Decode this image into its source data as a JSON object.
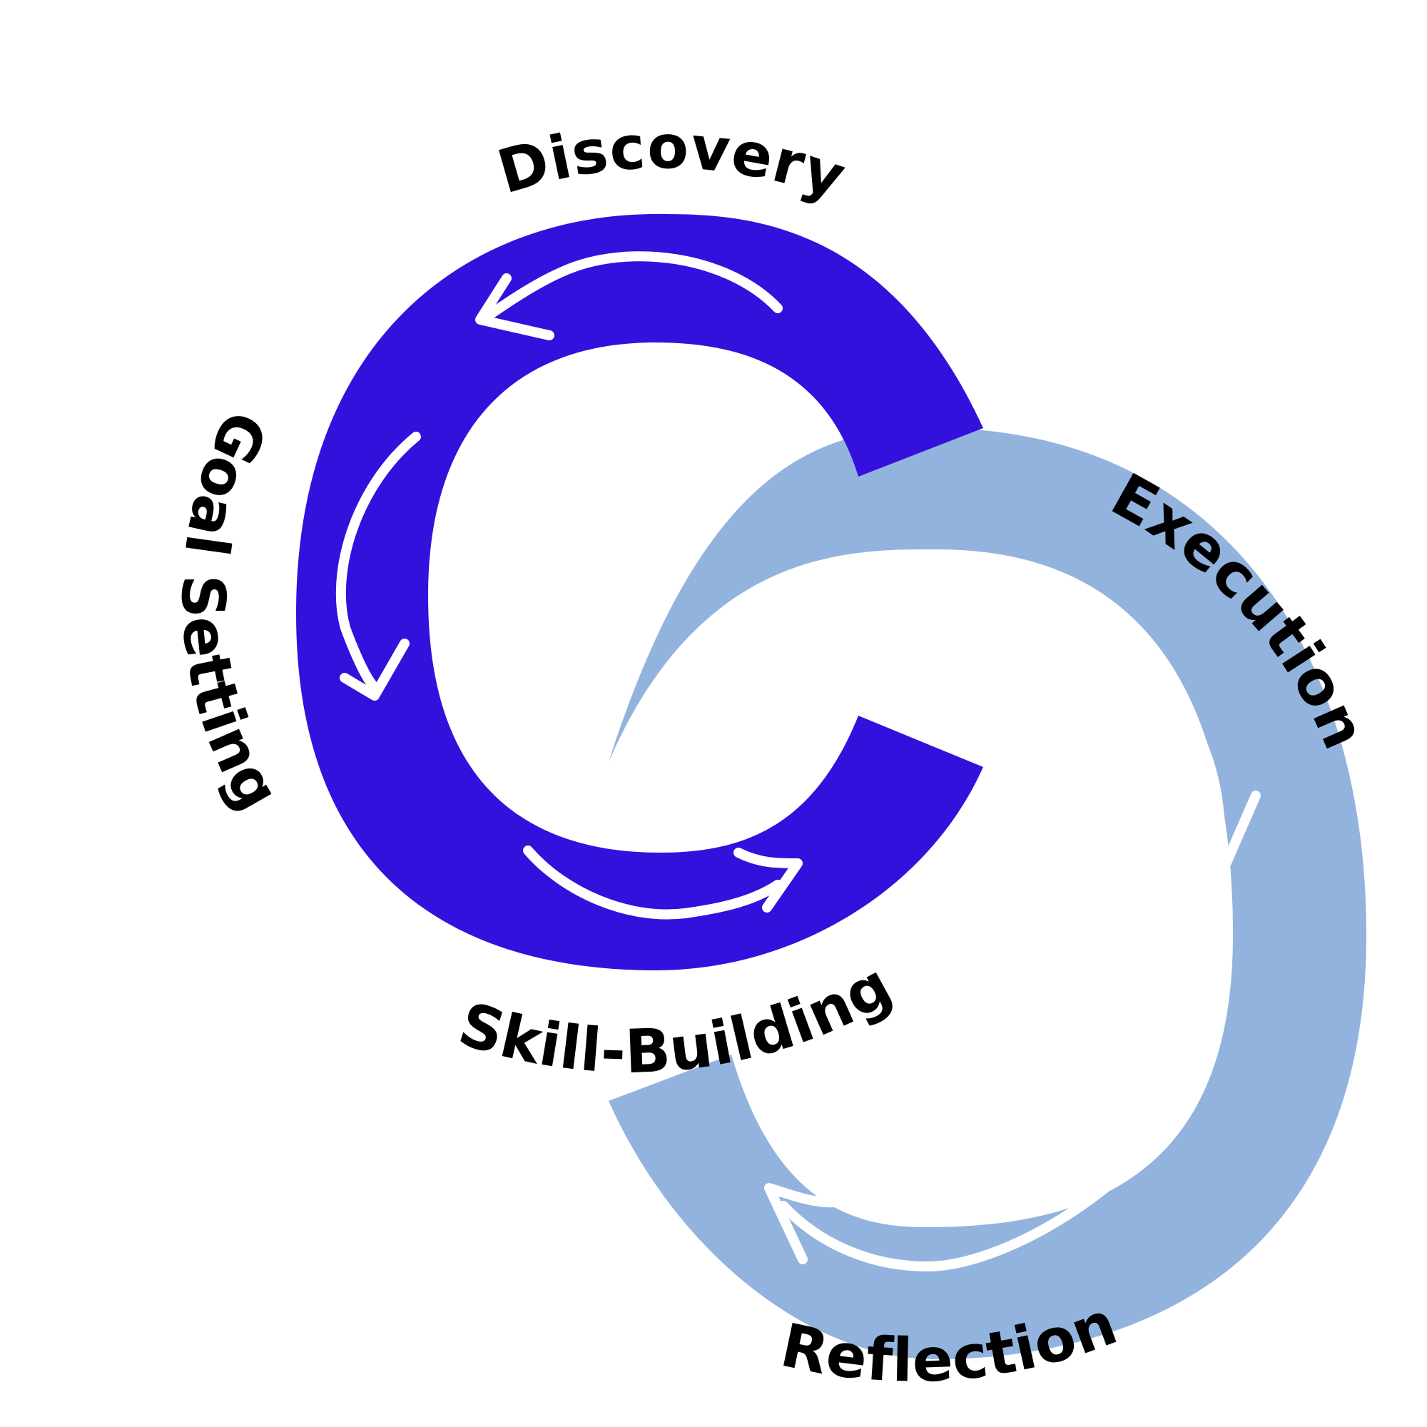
{
  "colors": {
    "background": "#ffffff",
    "upper_loop": "#3410dd",
    "lower_loop": "#93b3df",
    "arrow": "#ffffff",
    "text": "#000000"
  },
  "labels": {
    "discovery": "Discovery",
    "goal_setting": "Goal Setting",
    "skill_building": "Skill-Building",
    "execution": "Execution",
    "reflection": "Reflection"
  }
}
